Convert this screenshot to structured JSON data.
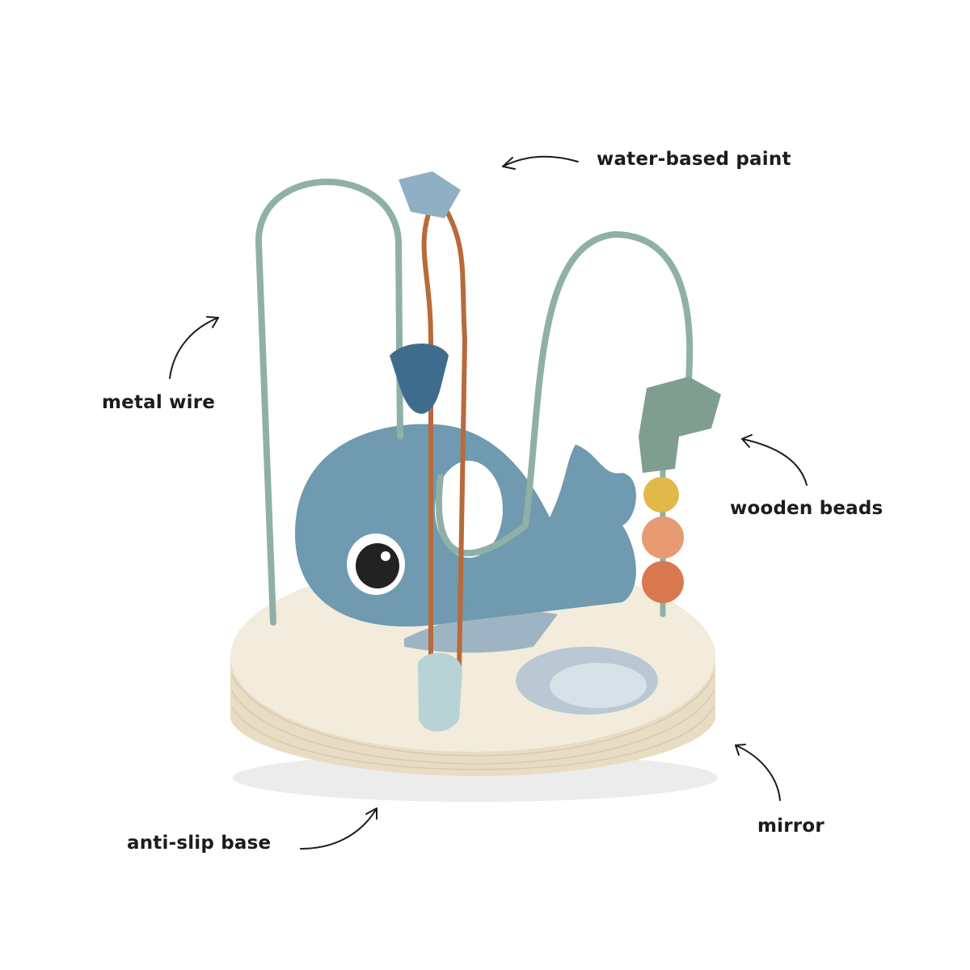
{
  "labels": {
    "water_based_paint": "water-based paint",
    "metal_wire": "metal wire",
    "wooden_beads": "wooden beads",
    "mirror": "mirror",
    "anti_slip_base": "anti-slip base"
  },
  "colors": {
    "wire_green": "#8fb0a6",
    "wire_orange": "#b86a3c",
    "whale_blue": "#6f9ab0",
    "base_wood": "#efe6d3",
    "bead_yellow": "#e2b84a",
    "bead_peach": "#e89a72",
    "bead_orange": "#d9784f",
    "text": "#1c1c1c"
  }
}
